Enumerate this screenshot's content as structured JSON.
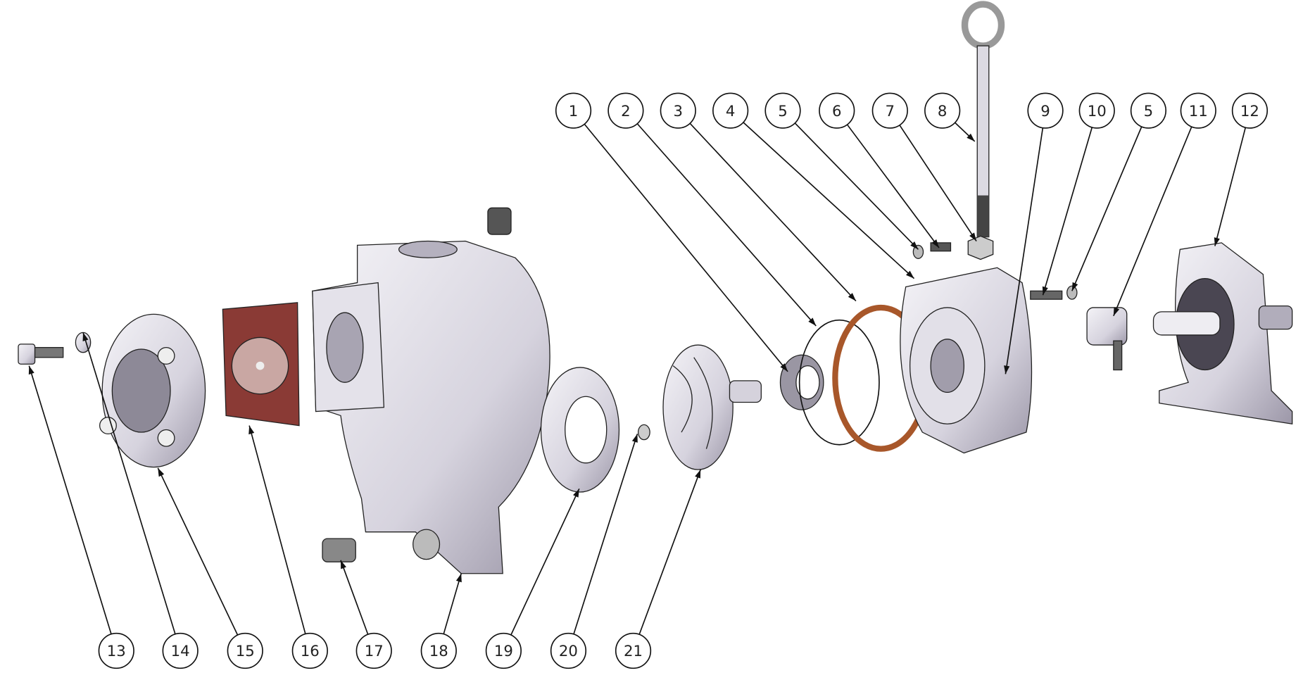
{
  "diagram": {
    "title": "Pump exploded view",
    "balloons": [
      {
        "label": "1"
      },
      {
        "label": "2"
      },
      {
        "label": "3"
      },
      {
        "label": "4"
      },
      {
        "label": "5"
      },
      {
        "label": "6"
      },
      {
        "label": "7"
      },
      {
        "label": "8"
      },
      {
        "label": "9"
      },
      {
        "label": "10"
      },
      {
        "label": "5"
      },
      {
        "label": "11"
      },
      {
        "label": "12"
      },
      {
        "label": "13"
      },
      {
        "label": "14"
      },
      {
        "label": "15"
      },
      {
        "label": "16"
      },
      {
        "label": "17"
      },
      {
        "label": "18"
      },
      {
        "label": "19"
      },
      {
        "label": "20"
      },
      {
        "label": "21"
      }
    ],
    "colors": {
      "gasket_red": "#8a3a35",
      "gasket_orange": "#a8572a",
      "metal": "#d9d6e0",
      "metal_dark": "#8f8a99"
    }
  }
}
